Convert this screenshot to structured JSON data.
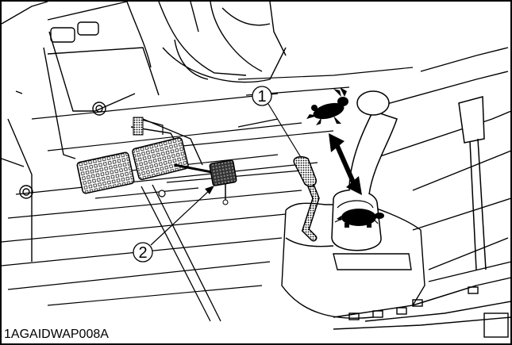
{
  "figure": {
    "code": "1AGAIDWAP008A",
    "callouts": [
      {
        "number": "1",
        "target": "hand-throttle-lever"
      },
      {
        "number": "2",
        "target": "pedal"
      }
    ],
    "icons": {
      "fast": "rabbit-icon",
      "slow": "turtle-icon"
    },
    "colors": {
      "line": "#000000",
      "background": "#ffffff"
    }
  }
}
